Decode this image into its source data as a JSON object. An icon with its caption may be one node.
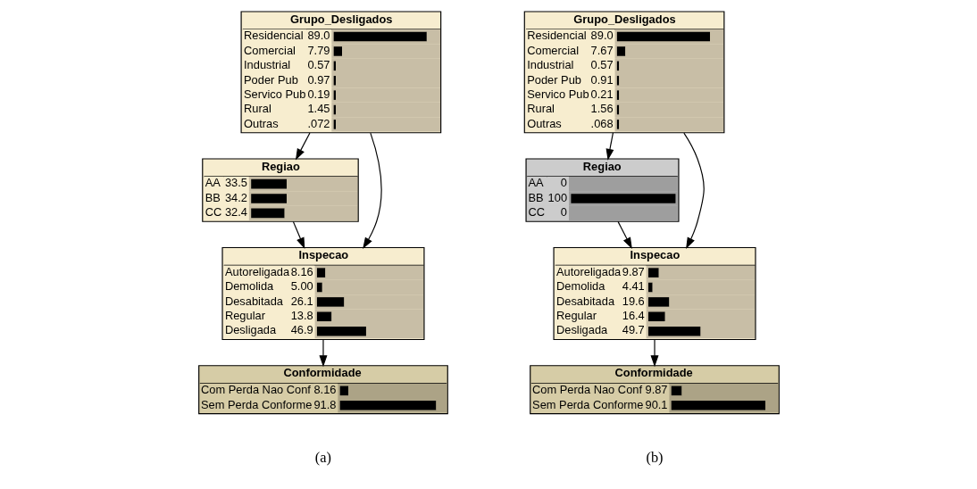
{
  "diagram": {
    "nodes": [
      {
        "text": [
          "Grupo_Desligados",
          "Residencial",
          "89.0",
          "Comercial",
          "7.79",
          "Industrial",
          "0.57",
          "Poder Pub",
          "0.97",
          "Servico Pub",
          "0.19",
          "Rural",
          "1.45",
          "Outras",
          ".072"
        ]
      },
      {
        "text": [
          "Regiao",
          "AA",
          "33.5",
          "BB",
          "34.2",
          "CC",
          "32.4"
        ]
      },
      {
        "text": [
          "Inspecao",
          "Autoreligada",
          "8.16",
          "Demolida",
          "5.00",
          "Desabitada",
          "26.1",
          "Regular",
          "13.8",
          "Desligada",
          "46.9"
        ]
      },
      {
        "text": [
          "Conformidade",
          "Com Perda Nao Conf",
          "8.16",
          "Sem Perda Conforme",
          "91.8"
        ]
      },
      {
        "text": [
          "Grupo_Desligados",
          "Residencial",
          "89.0",
          "Comercial",
          "7.67",
          "Industrial",
          "0.57",
          "Poder Pub",
          "0.91",
          "Servico Pub",
          "0.21",
          "Rural",
          "1.56",
          "Outras",
          ".068"
        ]
      },
      {
        "text": [
          "Regiao",
          "AA",
          "0",
          "BB",
          "100",
          "CC",
          "0"
        ]
      },
      {
        "text": [
          "Inspecao",
          "Autoreligada",
          "9.87",
          "Demolida",
          "4.41",
          "Desabitada",
          "19.6",
          "Regular",
          "16.4",
          "Desligada",
          "49.7"
        ]
      },
      {
        "text": [
          "Conformidade",
          "Com Perda Nao Conf",
          "9.87",
          "Sem Perda Conforme",
          "90.1"
        ]
      }
    ],
    "edges": [
      {
        "from": 0,
        "to": 2,
        "arrow": "to"
      },
      {
        "from": 0,
        "to": 1,
        "arrow": "to"
      },
      {
        "from": 1,
        "to": 2,
        "arrow": "to"
      },
      {
        "from": 2,
        "to": 3,
        "arrow": "to"
      },
      {
        "from": 4,
        "to": 6,
        "arrow": "to"
      },
      {
        "from": 4,
        "to": 5,
        "arrow": "to"
      },
      {
        "from": 5,
        "to": 6,
        "arrow": "to"
      },
      {
        "from": 6,
        "to": 7,
        "arrow": "to"
      }
    ],
    "labels": [
      "(a)",
      "(b)"
    ]
  }
}
